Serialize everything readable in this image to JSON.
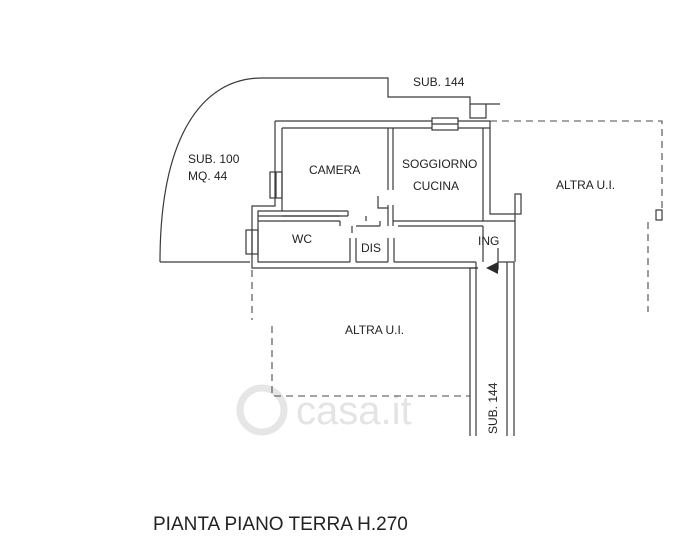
{
  "labels": {
    "sub_144_top": "SUB. 144",
    "sub_100": "SUB. 100",
    "mq_44": "MQ. 44",
    "camera": "CAMERA",
    "soggiorno": "SOGGIORNO",
    "cucina": "CUCINA",
    "altra_ui_right": "ALTRA U.I.",
    "wc": "WC",
    "dis": "DIS",
    "ing": "ING",
    "altra_ui_bottom": "ALTRA U.I.",
    "sub_144_vertical": "SUB. 144"
  },
  "title": "PIANTA PIANO TERRA H.270",
  "watermark": "casa.it",
  "colors": {
    "line": "#3a3a3a",
    "text": "#222222",
    "watermark": "#e4e4e4"
  }
}
